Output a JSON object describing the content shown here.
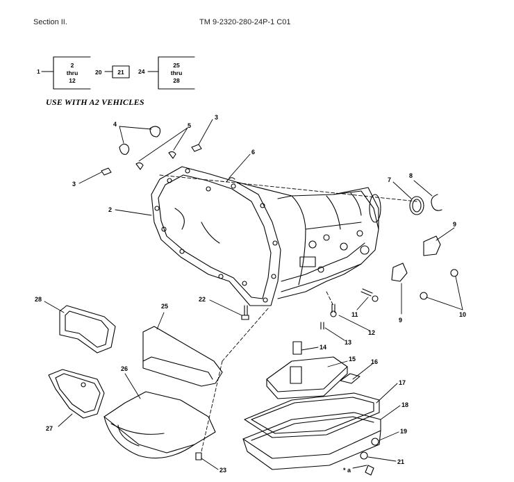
{
  "header": {
    "section": "Section II.",
    "tm_number": "TM 9-2320-280-24P-1  C01"
  },
  "legend": {
    "group1": {
      "ref": "1",
      "line1": "2",
      "line2": "thru",
      "line3": "12"
    },
    "group2": {
      "ref": "20",
      "value": "21"
    },
    "group3": {
      "ref": "24",
      "line1": "25",
      "line2": "thru",
      "line3": "28"
    }
  },
  "usage_note": "USE WITH A2 VEHICLES",
  "callouts": {
    "c2": "2",
    "c3a": "3",
    "c3b": "3",
    "c4": "4",
    "c5": "5",
    "c6": "6",
    "c7": "7",
    "c8": "8",
    "c9a": "9",
    "c9b": "9",
    "c10": "10",
    "c11": "11",
    "c12": "12",
    "c13": "13",
    "c14": "14",
    "c15": "15",
    "c16": "16",
    "c17": "17",
    "c18": "18",
    "c19": "19",
    "c21": "21",
    "c22": "22",
    "c23": "23",
    "c25": "25",
    "c26": "26",
    "c27": "27",
    "c28": "28",
    "ca": "* a"
  }
}
